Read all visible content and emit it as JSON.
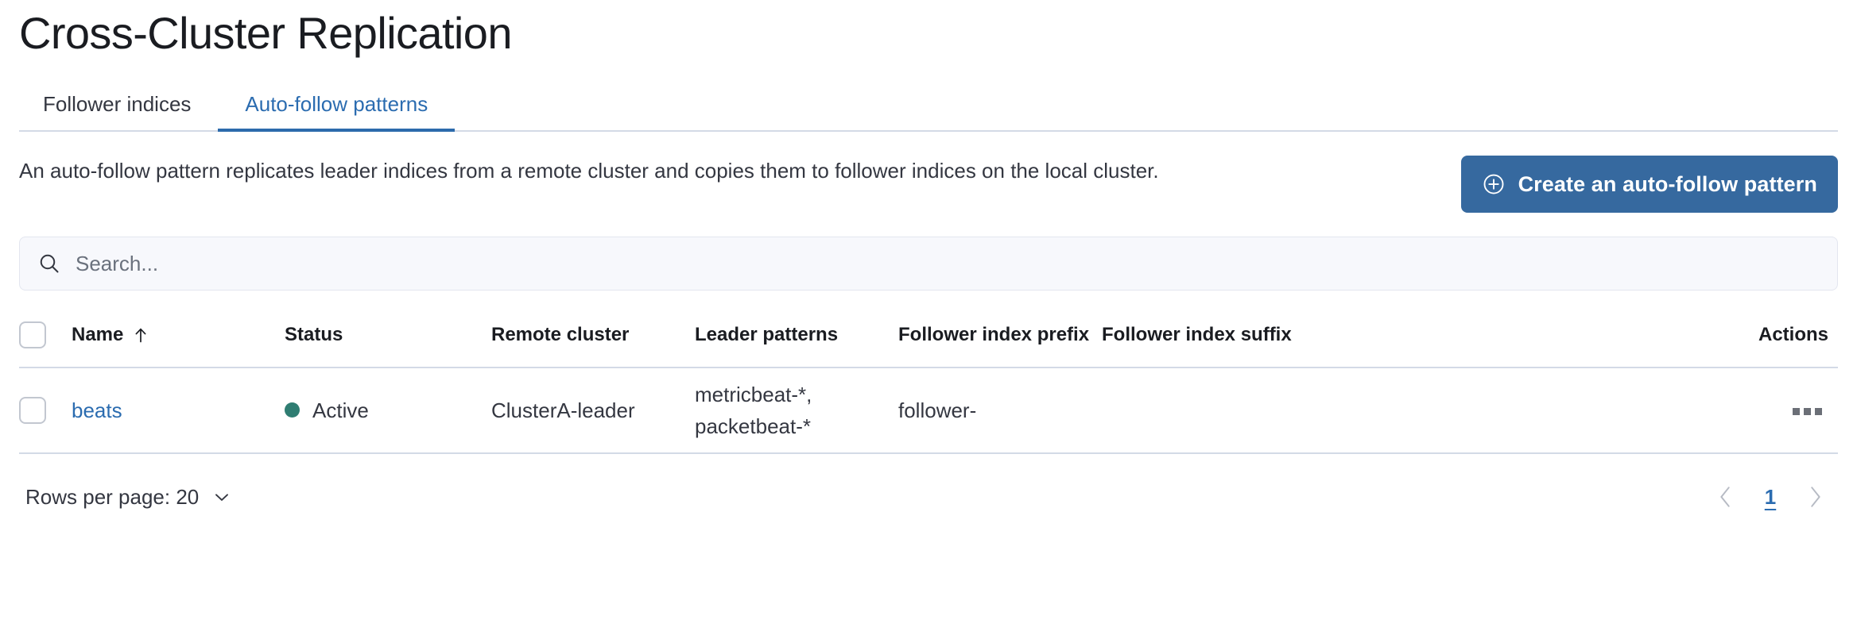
{
  "header": {
    "title": "Cross-Cluster Replication"
  },
  "tabs": [
    {
      "label": "Follower indices",
      "active": false
    },
    {
      "label": "Auto-follow patterns",
      "active": true
    }
  ],
  "description": {
    "text": "An auto-follow pattern replicates leader indices from a remote cluster and copies them to follower indices on the local cluster."
  },
  "actions": {
    "create_label": "Create an auto-follow pattern",
    "create_icon": "plus-in-circle-icon",
    "create_color": "#36699f"
  },
  "search": {
    "value": "",
    "placeholder": "Search...",
    "icon": "search-icon"
  },
  "table": {
    "columns": [
      {
        "key": "name",
        "label": "Name",
        "sorted": "asc",
        "sort_icon": "arrow-up-icon"
      },
      {
        "key": "status",
        "label": "Status"
      },
      {
        "key": "remote_cluster",
        "label": "Remote cluster"
      },
      {
        "key": "leader_patterns",
        "label": "Leader patterns"
      },
      {
        "key": "follower_index_prefix",
        "label": "Follower index prefix"
      },
      {
        "key": "follower_index_suffix",
        "label": "Follower index suffix"
      },
      {
        "key": "actions",
        "label": "Actions"
      }
    ],
    "rows": [
      {
        "selected": false,
        "name": "beats",
        "status": "Active",
        "status_color": "#2f7d72",
        "remote_cluster": "ClusterA-leader",
        "leader_patterns_line1": "metricbeat-*,",
        "leader_patterns_line2": "packetbeat-*",
        "follower_index_prefix": "follower-",
        "follower_index_suffix": "",
        "actions_icon": "ellipsis-horizontal-icon"
      }
    ]
  },
  "footer": {
    "rows_per_page_label": "Rows per page: 20",
    "rows_per_page_icon": "chevron-down-icon",
    "prev_icon": "chevron-left-icon",
    "next_icon": "chevron-right-icon",
    "current_page": "1"
  },
  "colors": {
    "accent_blue": "#2b6cb0",
    "button_blue": "#36699f",
    "status_green": "#2f7d72",
    "border_gray": "#d3dae6"
  }
}
